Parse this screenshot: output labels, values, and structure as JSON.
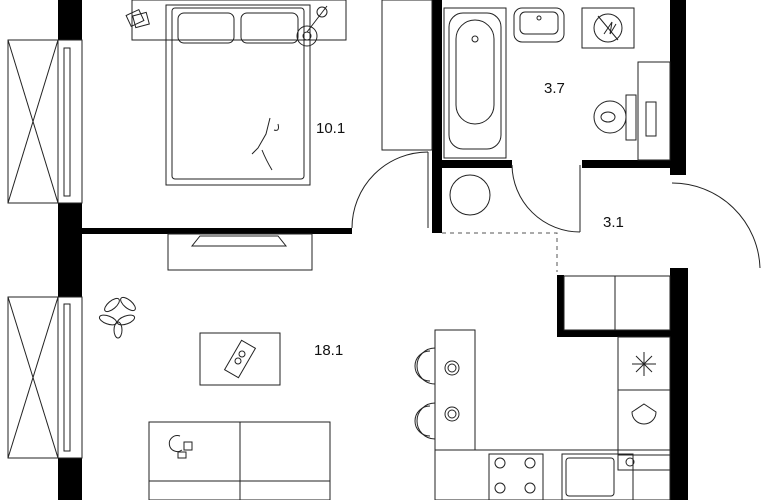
{
  "rooms": {
    "bedroom": {
      "area": "10.1"
    },
    "bathroom": {
      "area": "3.7"
    },
    "hallway": {
      "area": "3.1"
    },
    "living_kitchen": {
      "area": "18.1"
    }
  },
  "colors": {
    "wall": "#000000",
    "line": "#222222",
    "background": "#ffffff"
  }
}
